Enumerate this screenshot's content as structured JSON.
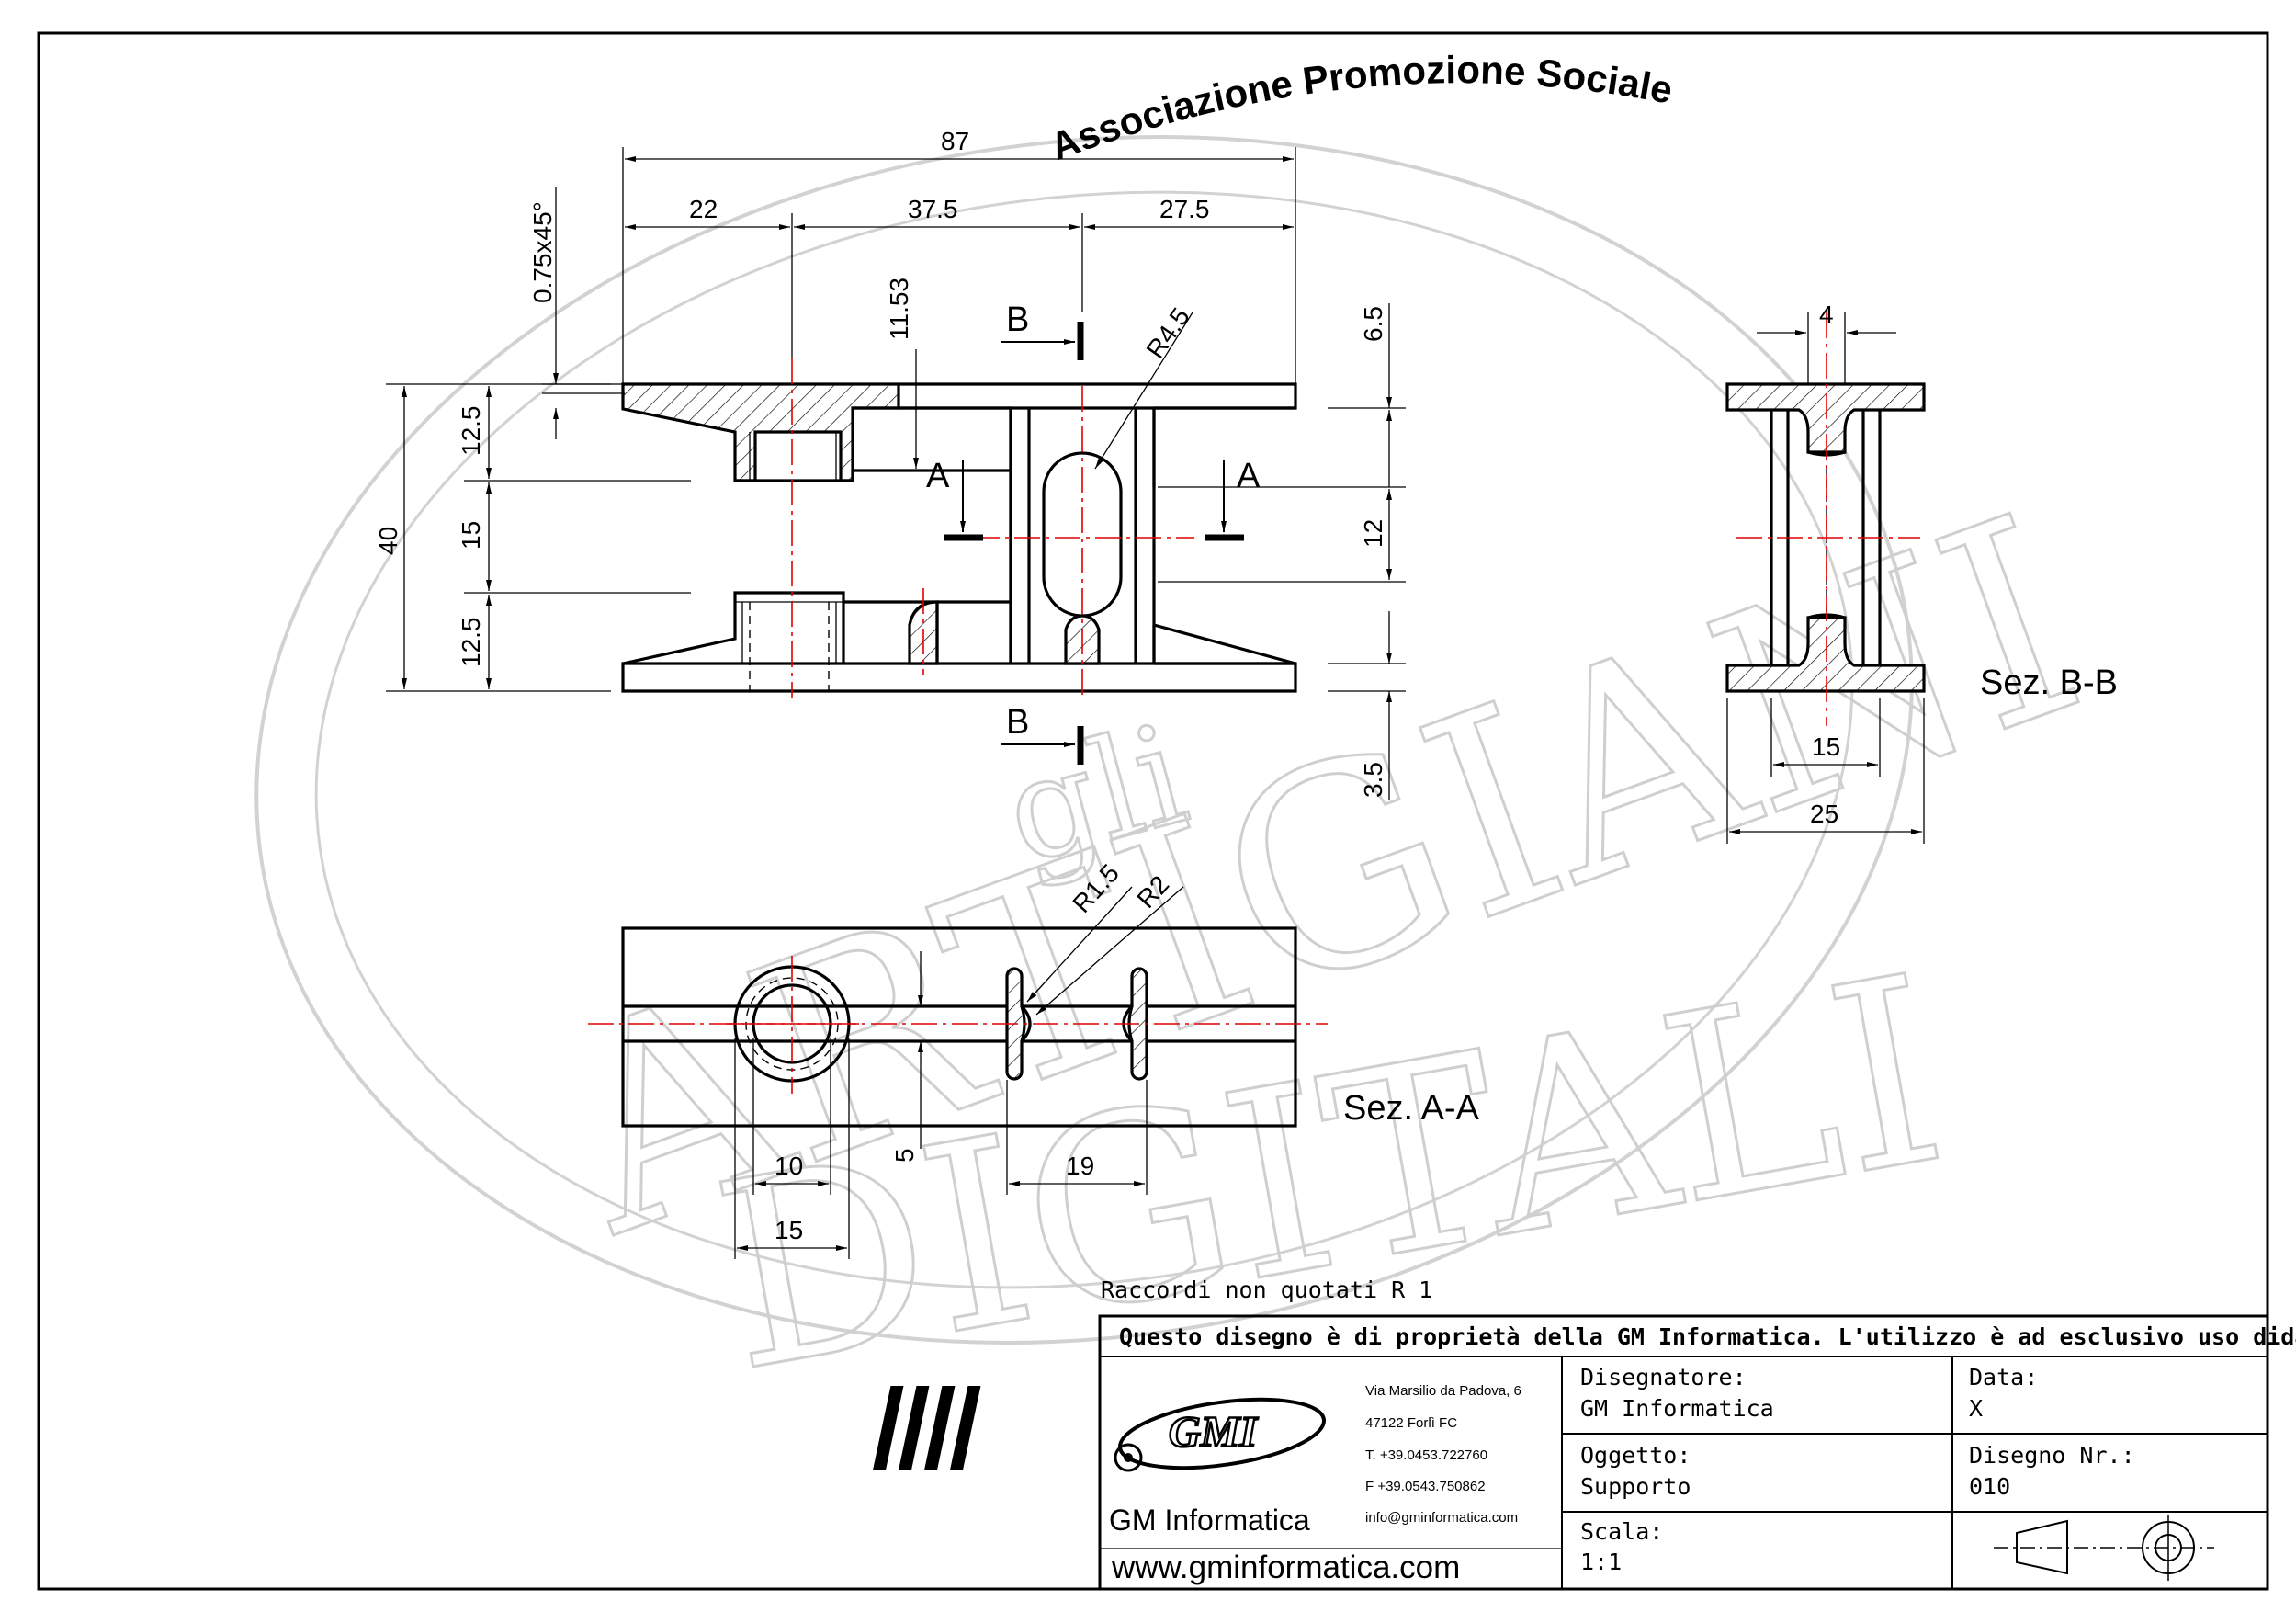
{
  "watermark": {
    "arc_text": "Associazione Promozione Sociale",
    "letters_top": "ARTIGIANI",
    "letters_mid": "gli",
    "letters_bottom": "DIGITALI"
  },
  "dims": {
    "d87": "87",
    "d22": "22",
    "d375": "37.5",
    "d275": "27.5",
    "chamfer": "0.75x45°",
    "d1153": "11.53",
    "r45": "R4.5",
    "d65": "6.5",
    "d12": "12",
    "d35": "3.5",
    "d40": "40",
    "d125a": "12.5",
    "d15": "15",
    "d125b": "12.5",
    "bb4": "4",
    "bb15": "15",
    "bb25": "25",
    "r15": "R1.5",
    "r2": "R2",
    "aa5": "5",
    "aa10": "10",
    "aa15": "15",
    "aa19": "19"
  },
  "labels": {
    "sec_a": "A",
    "sec_b": "B",
    "sez_bb": "Sez. B-B",
    "sez_aa": "Sez. A-A"
  },
  "note": "Raccordi  non  quotati  R  1",
  "titleblock": {
    "notice": "Questo  disegno  è  di  proprietà  della  GM  Informatica.  L'utilizzo  è  ad  esclusivo  uso  didattico.",
    "logo_text": "GMI",
    "company": "GM Informatica",
    "website": "www.gminformatica.com",
    "address1": "Via Marsilio da Padova, 6",
    "address2": "47122  Forlì  FC",
    "phone": "T. +39.0453.722760",
    "fax": "F +39.0543.750862",
    "email": "info@gminformatica.com",
    "designer_label": "Disegnatore:",
    "designer_value": "GM  Informatica",
    "date_label": "Data:",
    "date_value": "X",
    "object_label": "Oggetto:",
    "object_value": "Supporto",
    "drawing_label": "Disegno  Nr.:",
    "drawing_value": "010",
    "scale_label": "Scala:",
    "scale_value": "1:1"
  }
}
